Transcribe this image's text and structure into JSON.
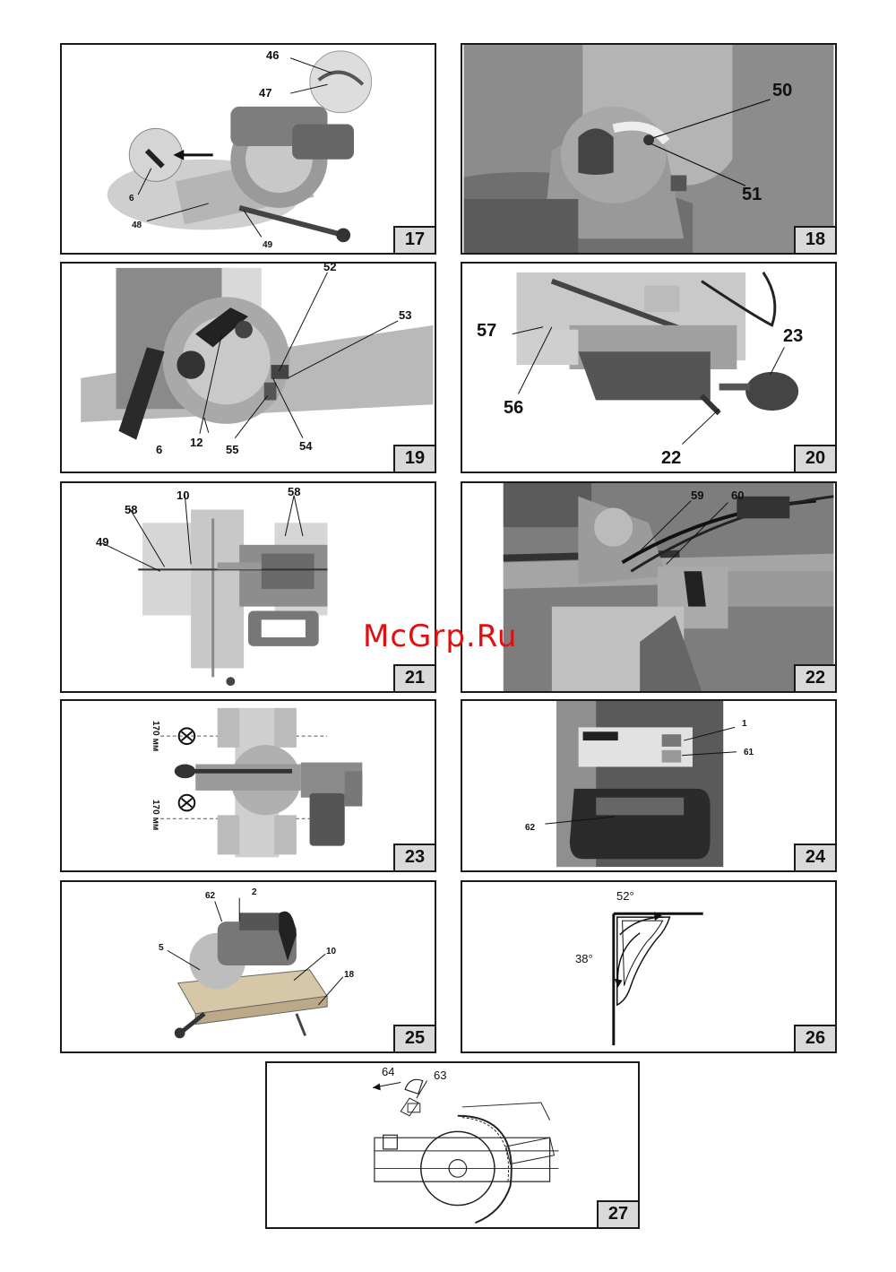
{
  "watermark": "McGrp.Ru",
  "panels": {
    "p17": {
      "number": "17",
      "labels": {
        "l46": "46",
        "l47": "47",
        "l6": "6",
        "l48": "48",
        "l49": "49"
      }
    },
    "p18": {
      "number": "18",
      "labels": {
        "l50": "50",
        "l51": "51"
      }
    },
    "p19": {
      "number": "19",
      "labels": {
        "l52": "52",
        "l53": "53",
        "l6": "6",
        "l12": "12",
        "l55": "55",
        "l54": "54"
      }
    },
    "p20": {
      "number": "20",
      "labels": {
        "l57": "57",
        "l56": "56",
        "l23": "23",
        "l22": "22"
      }
    },
    "p21": {
      "number": "21",
      "labels": {
        "l10": "10",
        "l58a": "58",
        "l58b": "58",
        "l49": "49"
      }
    },
    "p22": {
      "number": "22",
      "labels": {
        "l59": "59",
        "l60": "60"
      }
    },
    "p23": {
      "number": "23",
      "labels": {
        "top": "170 мм",
        "bottom": "170 мм"
      }
    },
    "p24": {
      "number": "24",
      "labels": {
        "l1": "1",
        "l61": "61",
        "l62": "62"
      }
    },
    "p25": {
      "number": "25",
      "labels": {
        "l62": "62",
        "l2": "2",
        "l5": "5",
        "l10": "10",
        "l18": "18"
      }
    },
    "p26": {
      "number": "26",
      "labels": {
        "a52": "52°",
        "a38": "38°"
      }
    },
    "p27": {
      "number": "27",
      "labels": {
        "l64": "64",
        "l63": "63"
      }
    }
  }
}
